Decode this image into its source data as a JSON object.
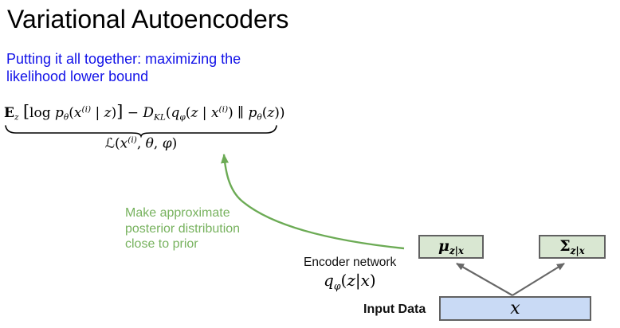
{
  "title": "Variational Autoencoders",
  "subtitle": "Putting it all together: maximizing the\nlikelihood lower bound",
  "annotation_green": "Make approximate\nposterior distribution\nclose to prior",
  "labels": {
    "encoder": "Encoder network",
    "input_data": "Input Data"
  },
  "math": {
    "elbo": [
      {
        "t": "E",
        "c": "bf"
      },
      {
        "t": "z",
        "c": "sub"
      },
      {
        "t": " ",
        "c": "up"
      },
      {
        "t": "[",
        "c": "big"
      },
      {
        "t": "log ",
        "c": "up"
      },
      {
        "t": "p",
        "c": "it"
      },
      {
        "t": "θ",
        "c": "sub"
      },
      {
        "t": "(",
        "c": "up"
      },
      {
        "t": "x",
        "c": "it"
      },
      {
        "t": "(i)",
        "c": "sup"
      },
      {
        "t": " | ",
        "c": "up"
      },
      {
        "t": "z",
        "c": "it"
      },
      {
        "t": ")",
        "c": "up"
      },
      {
        "t": "]",
        "c": "big"
      },
      {
        "t": " − ",
        "c": "up"
      },
      {
        "t": "D",
        "c": "it"
      },
      {
        "t": "KL",
        "c": "sub"
      },
      {
        "t": "(",
        "c": "up"
      },
      {
        "t": "q",
        "c": "it"
      },
      {
        "t": "φ",
        "c": "sub"
      },
      {
        "t": "(",
        "c": "up"
      },
      {
        "t": "z",
        "c": "it"
      },
      {
        "t": " | ",
        "c": "up"
      },
      {
        "t": "x",
        "c": "it"
      },
      {
        "t": "(i)",
        "c": "sup"
      },
      {
        "t": ")",
        "c": "up"
      },
      {
        "t": " ∥ ",
        "c": "up"
      },
      {
        "t": "p",
        "c": "it"
      },
      {
        "t": "θ",
        "c": "sub"
      },
      {
        "t": "(",
        "c": "up"
      },
      {
        "t": "z",
        "c": "it"
      },
      {
        "t": "))",
        "c": "up"
      }
    ],
    "elbo_label": [
      {
        "t": "ℒ",
        "c": "it"
      },
      {
        "t": "(",
        "c": "up"
      },
      {
        "t": "x",
        "c": "it"
      },
      {
        "t": "(i)",
        "c": "sup"
      },
      {
        "t": ", ",
        "c": "up"
      },
      {
        "t": "θ",
        "c": "it"
      },
      {
        "t": ", ",
        "c": "up"
      },
      {
        "t": "φ",
        "c": "it"
      },
      {
        "t": ")",
        "c": "up"
      }
    ],
    "encoder": [
      {
        "t": "q",
        "c": "it"
      },
      {
        "t": "φ",
        "c": "sub"
      },
      {
        "t": "(",
        "c": "up"
      },
      {
        "t": "z",
        "c": "it"
      },
      {
        "t": "|",
        "c": "up"
      },
      {
        "t": "x",
        "c": "it"
      },
      {
        "t": ")",
        "c": "up"
      }
    ],
    "mu": [
      {
        "t": "μ",
        "c": "it"
      },
      {
        "t": "z|x",
        "c": "sub"
      }
    ],
    "sigma": [
      {
        "t": "Σ",
        "c": "up"
      },
      {
        "t": "z|x",
        "c": "sub"
      }
    ],
    "x": [
      {
        "t": "x",
        "c": "it"
      }
    ]
  },
  "colors": {
    "title_black": "#000000",
    "subtitle_blue": "#1212e8",
    "annotation_green": "#77b25e",
    "arrow_green": "#6cab55",
    "arrow_gray": "#676767",
    "box_green_fill": "#d9e7d2",
    "box_blue_fill": "#c9daf5",
    "box_border_gray": "#616161",
    "formula_black": "#000000"
  }
}
